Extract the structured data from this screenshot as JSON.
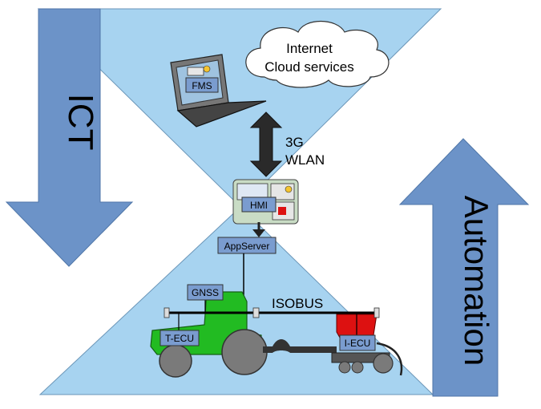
{
  "labels": {
    "ict": "ICT",
    "automation": "Automation",
    "cloud_line1": "Internet",
    "cloud_line2": "Cloud services",
    "link_line1": "3G",
    "link_line2": "WLAN",
    "fms": "FMS",
    "hmi": "HMI",
    "appserver": "AppServer",
    "gnss": "GNSS",
    "isobus": "ISOBUS",
    "tecu": "T-ECU",
    "iecu": "I-ECU"
  },
  "colors": {
    "hourglass": "#a7d3f0",
    "big_arrow": "#6c93c8",
    "tractor": "#22bb22",
    "implement": "#dd1111",
    "label_box": "#7a9ccf"
  }
}
